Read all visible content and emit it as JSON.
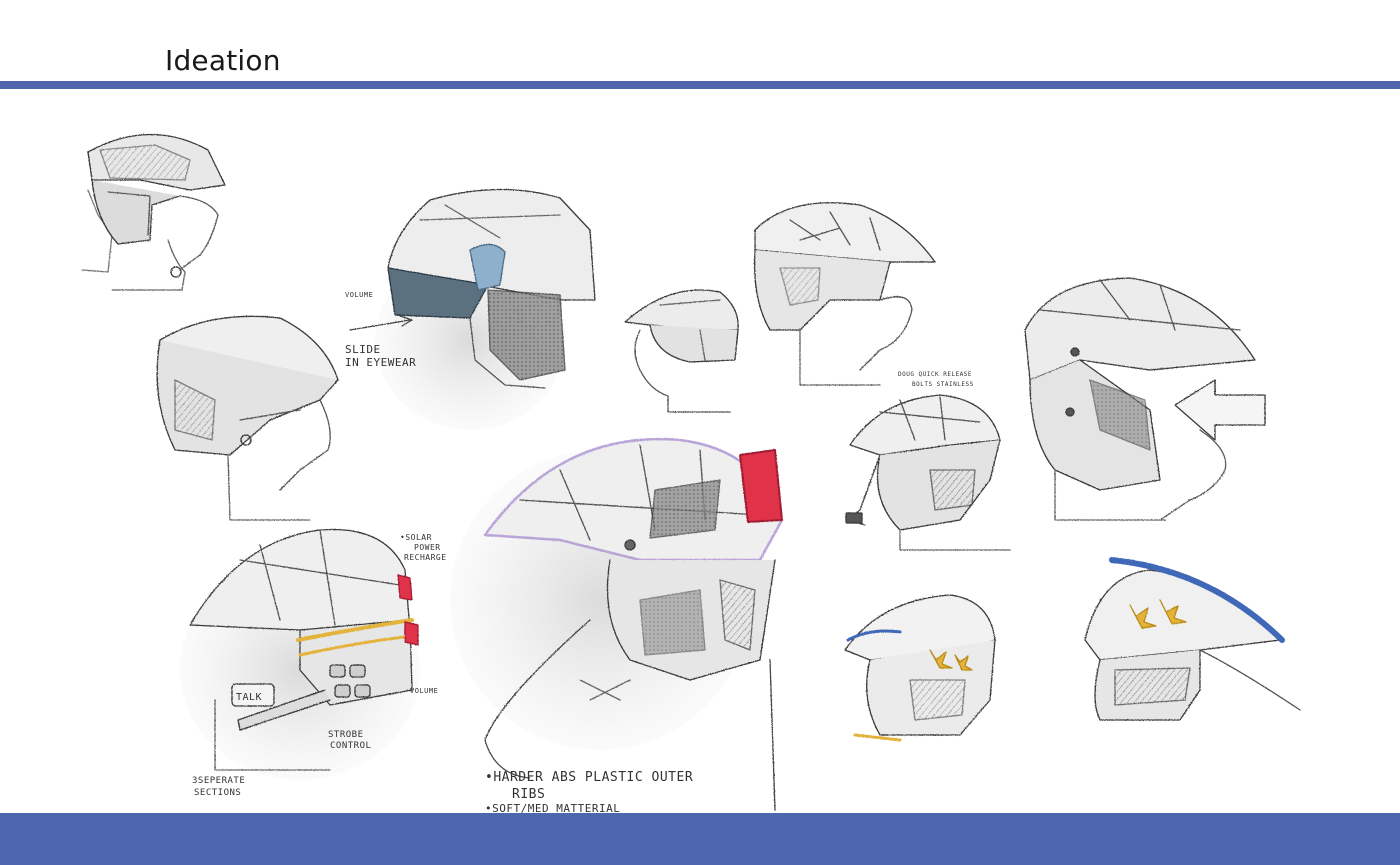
{
  "header": {
    "title": "Ideation"
  },
  "annotations": {
    "volume_a": "VOLUME",
    "slide_line1": "SLIDE",
    "slide_line2": "IN EYEWEAR",
    "solar_line1": "•SOLAR",
    "solar_line2": "POWER",
    "solar_line3": "RECHARGE",
    "talk": "TALK",
    "volume_b": "VOLUME",
    "strobe_line1": "STROBE",
    "strobe_line2": "CONTROL",
    "sections_line1": "3SEPERATE",
    "sections_line2": "SECTIONS",
    "abs_line1": "•HARDER ABS PLASTIC OUTER",
    "abs_line2": "RIBS",
    "abs_line3": "•SOFT/MED MATTERIAL",
    "quick_release_line1": "DOUG QUICK RELEASE",
    "quick_release_line2": "BOLTS STAINLESS"
  },
  "colors": {
    "accent_blue": "#4e66ad",
    "sketch_red": "#e0304a",
    "sketch_yellow": "#e3b33a",
    "sketch_visor_blue": "#5c89b8"
  }
}
